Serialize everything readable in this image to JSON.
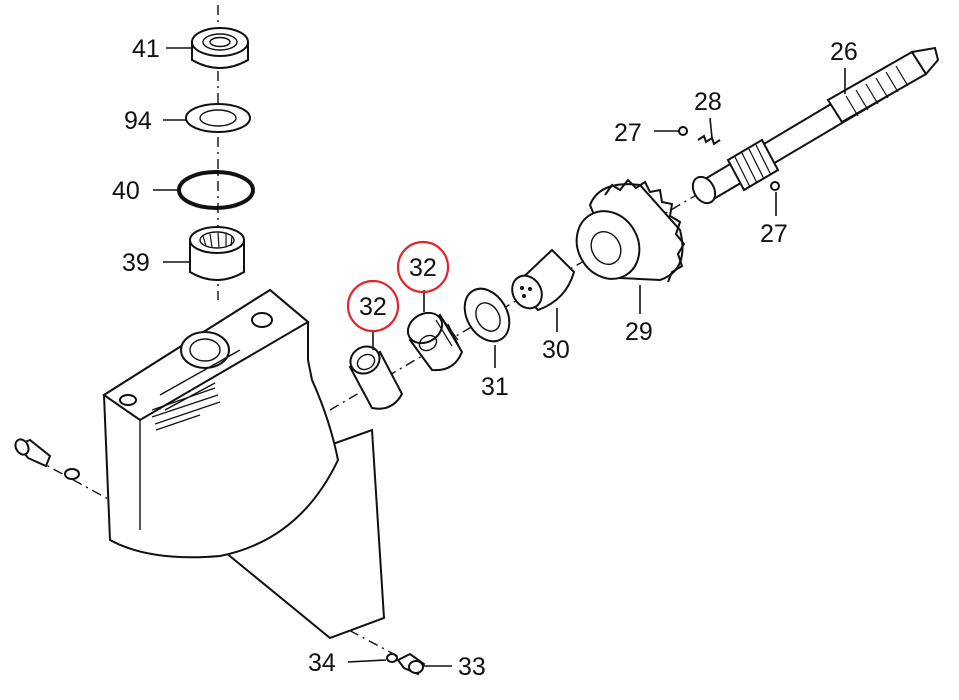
{
  "diagram": {
    "highlight_color": "#e0262b",
    "labels": {
      "p41": "41",
      "p94": "94",
      "p40": "40",
      "p39": "39",
      "p32a": "32",
      "p32b": "32",
      "p31": "31",
      "p30": "30",
      "p29": "29",
      "p28": "28",
      "p27a": "27",
      "p27b": "27",
      "p26": "26",
      "p34": "34",
      "p33": "33"
    },
    "highlighted_parts": [
      "32"
    ]
  }
}
